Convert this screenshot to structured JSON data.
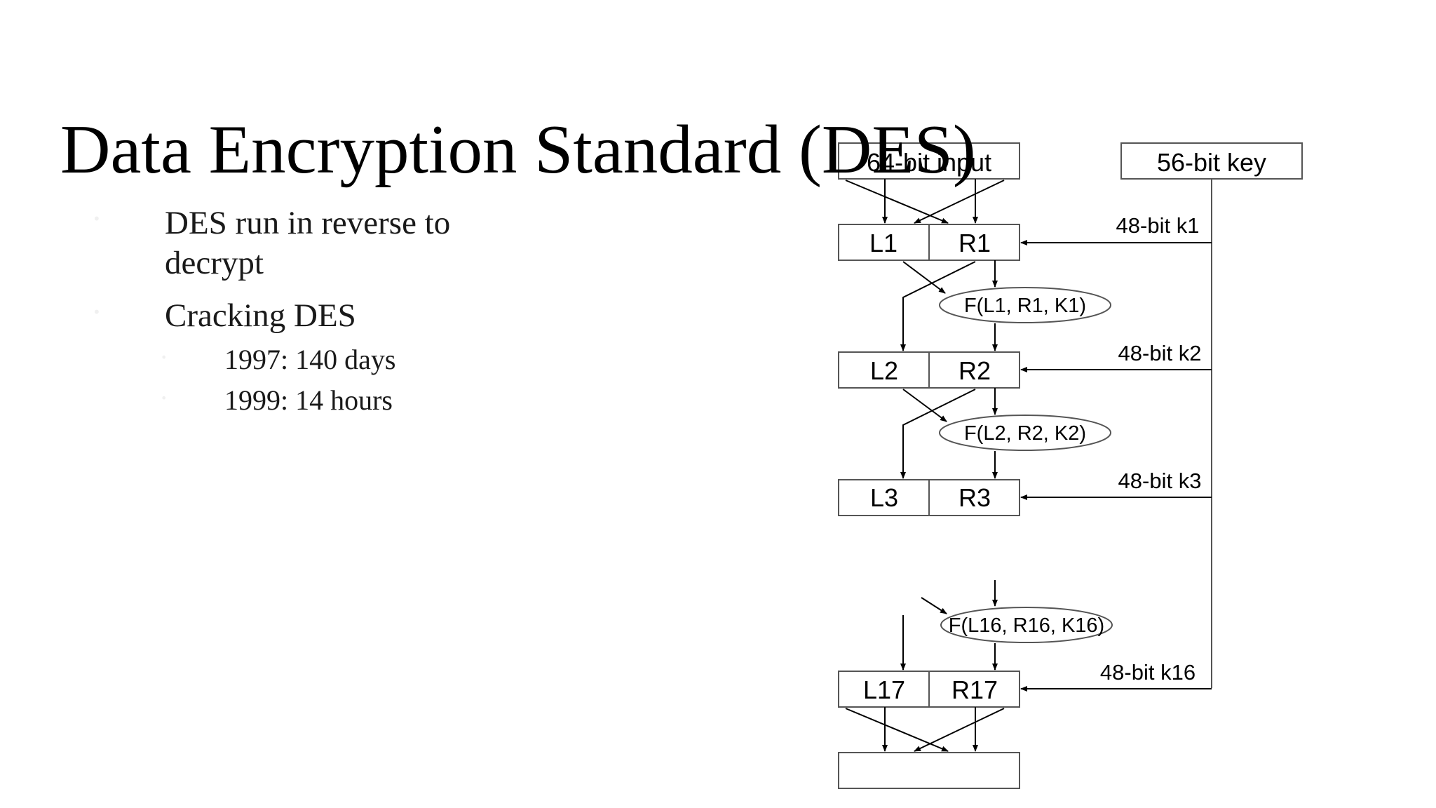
{
  "slide": {
    "title": "Data Encryption Standard (DES)",
    "bullets": [
      {
        "level": 1,
        "line1": "DES run in reverse to",
        "line2": "decrypt"
      },
      {
        "level": 1,
        "line1": "Cracking DES"
      },
      {
        "level": 2,
        "line1": "1997: 140 days"
      },
      {
        "level": 2,
        "line1": "1999: 14 hours"
      }
    ]
  },
  "diagram": {
    "input_label": "64-bit input",
    "key_label": "56-bit key",
    "rounds": [
      {
        "left": "L1",
        "right": "R1",
        "subkey": "48-bit k1",
        "function": "F(L1, R1, K1)"
      },
      {
        "left": "L2",
        "right": "R2",
        "subkey": "48-bit k2",
        "function": "F(L2, R2, K2)"
      },
      {
        "left": "L3",
        "right": "R3",
        "subkey": "48-bit k3"
      }
    ],
    "last_function": "F(L16, R16, K16)",
    "final_block": {
      "left": "L17",
      "right": "R17",
      "subkey": "48-bit k16"
    },
    "output_label": ""
  },
  "colors": {
    "line": "#000000",
    "box_stroke": "#555555",
    "text": "#000000",
    "bullet_marker": "#f0f0f0"
  }
}
